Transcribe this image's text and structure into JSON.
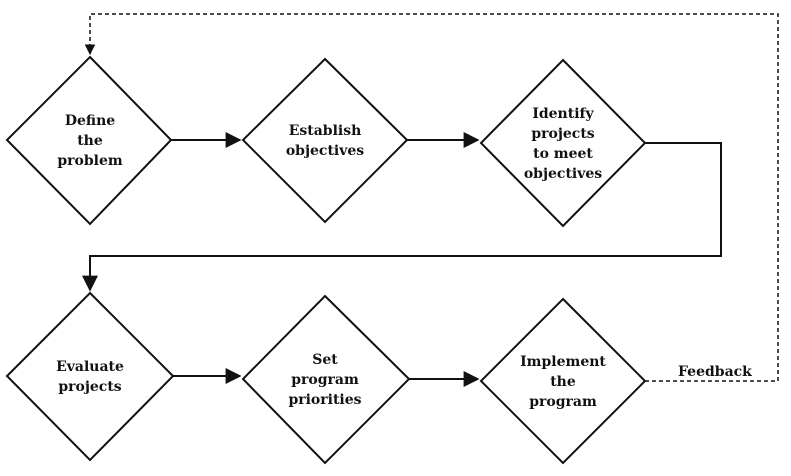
{
  "diagram": {
    "nodes": [
      {
        "id": "define-problem",
        "lines": [
          "Define",
          "the",
          "problem"
        ]
      },
      {
        "id": "establish-objectives",
        "lines": [
          "Establish",
          "objectives"
        ]
      },
      {
        "id": "identify-projects",
        "lines": [
          "Identify",
          "projects",
          "to meet",
          "objectives"
        ]
      },
      {
        "id": "evaluate-projects",
        "lines": [
          "Evaluate",
          "projects"
        ]
      },
      {
        "id": "set-priorities",
        "lines": [
          "Set",
          "program",
          "priorities"
        ]
      },
      {
        "id": "implement-program",
        "lines": [
          "Implement",
          "the",
          "program"
        ]
      }
    ],
    "edges": [
      {
        "from": "define-problem",
        "to": "establish-objectives",
        "style": "solid"
      },
      {
        "from": "establish-objectives",
        "to": "identify-projects",
        "style": "solid"
      },
      {
        "from": "identify-projects",
        "to": "evaluate-projects",
        "style": "solid"
      },
      {
        "from": "evaluate-projects",
        "to": "set-priorities",
        "style": "solid"
      },
      {
        "from": "set-priorities",
        "to": "implement-program",
        "style": "solid"
      },
      {
        "from": "implement-program",
        "to": "define-problem",
        "style": "dashed"
      }
    ],
    "feedback_label": "Feedback",
    "colors": {
      "stroke": "#111111",
      "fill": "#ffffff",
      "text": "#111111"
    }
  }
}
